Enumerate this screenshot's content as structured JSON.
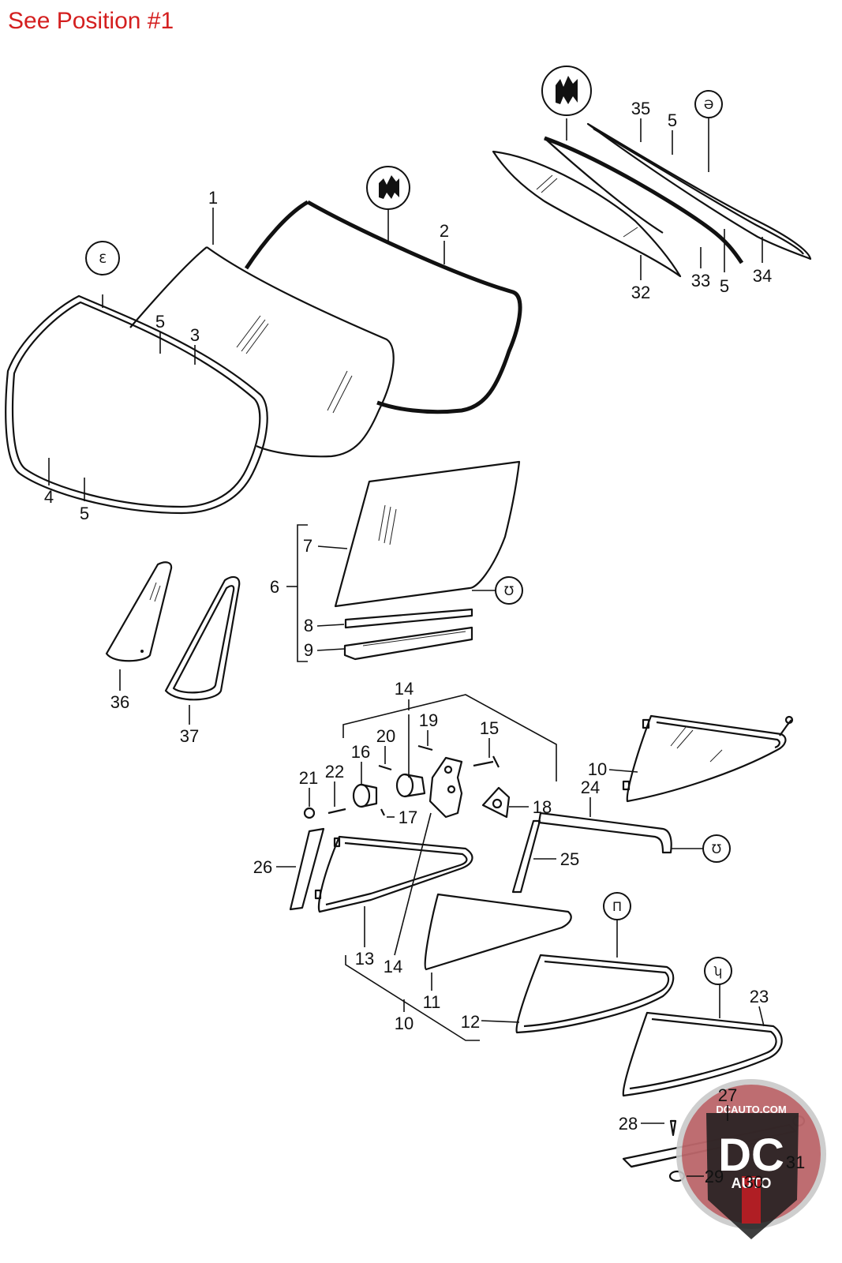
{
  "heading": "See Position #1",
  "watermark": {
    "text": "DCAUTO.COM",
    "letters": "DC",
    "sub": "AUTO",
    "colors": {
      "dark": "#1c1c1c",
      "red": "#b01e24",
      "silver": "#c9c9c9"
    }
  },
  "colors": {
    "heading": "#d41f1f",
    "line": "#111111"
  },
  "symbols": {
    "a": "Ɛ",
    "b": "Ə",
    "c": "Ʊ",
    "d": "Ʊ",
    "e": "П",
    "f": "ʮ"
  },
  "labels": {
    "l1": "1",
    "l2": "2",
    "l3": "3",
    "l4": "4",
    "l5a": "5",
    "l5b": "5",
    "l5c": "5",
    "l5d": "5",
    "l6": "6",
    "l7": "7",
    "l8": "8",
    "l9": "9",
    "l10a": "10",
    "l10b": "10",
    "l11": "11",
    "l12": "12",
    "l13": "13",
    "l14a": "14",
    "l14b": "14",
    "l15": "15",
    "l16": "16",
    "l17": "17",
    "l18": "18",
    "l19": "19",
    "l20": "20",
    "l21": "21",
    "l22": "22",
    "l23": "23",
    "l24": "24",
    "l25": "25",
    "l26": "26",
    "l27": "27",
    "l28": "28",
    "l29": "29",
    "l30": "30",
    "l31": "31",
    "l32": "32",
    "l33": "33",
    "l34": "34",
    "l35": "35",
    "l36": "36",
    "l37": "37"
  }
}
